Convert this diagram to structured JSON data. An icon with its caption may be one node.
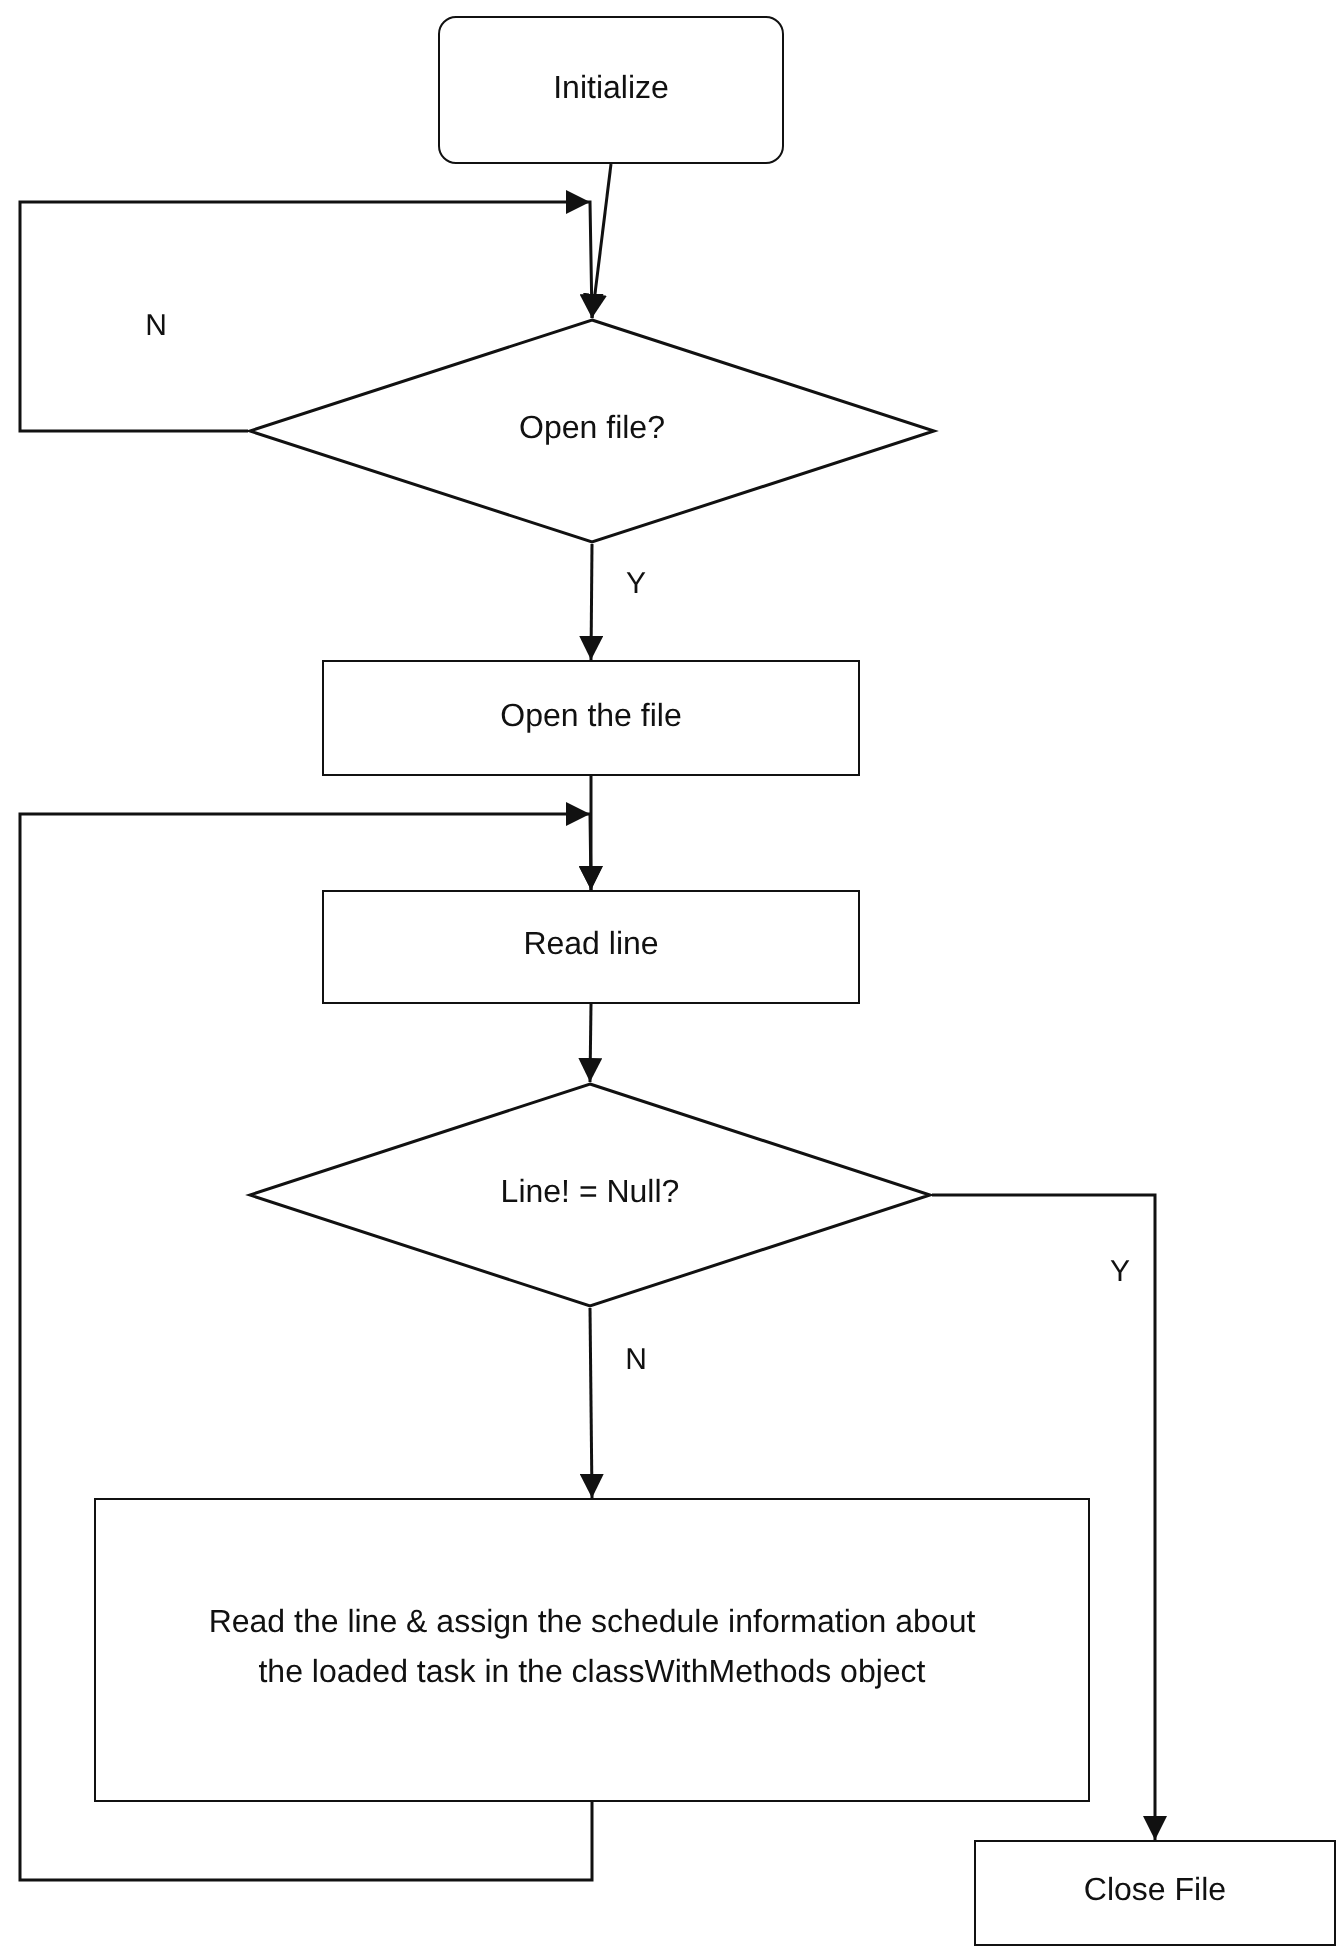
{
  "diagram": {
    "nodes": [
      {
        "text": [
          "Initialize"
        ]
      },
      {
        "text": [
          "Open file?"
        ]
      },
      {
        "text": [
          "Open the file"
        ]
      },
      {
        "text": [
          "Read line"
        ]
      },
      {
        "text": [
          "Line! = Null?"
        ]
      },
      {
        "text": [
          "Read the line & assign the schedule information about the loaded task in the classWithMethods object"
        ]
      },
      {
        "text": [
          "Close File"
        ]
      }
    ],
    "edges": [
      {
        "from": 0,
        "to": 1,
        "arrow": "to"
      },
      {
        "from": 1,
        "to": 1,
        "arrow": "to",
        "label": "N"
      },
      {
        "from": 1,
        "to": 2,
        "arrow": "to",
        "label": "Y"
      },
      {
        "from": 2,
        "to": 3,
        "arrow": "to"
      },
      {
        "from": 3,
        "to": 4,
        "arrow": "to"
      },
      {
        "from": 4,
        "to": 5,
        "arrow": "to",
        "label": "N"
      },
      {
        "from": 4,
        "to": 6,
        "arrow": "to",
        "label": "Y"
      },
      {
        "from": 5,
        "to": 3,
        "arrow": "to"
      }
    ]
  }
}
